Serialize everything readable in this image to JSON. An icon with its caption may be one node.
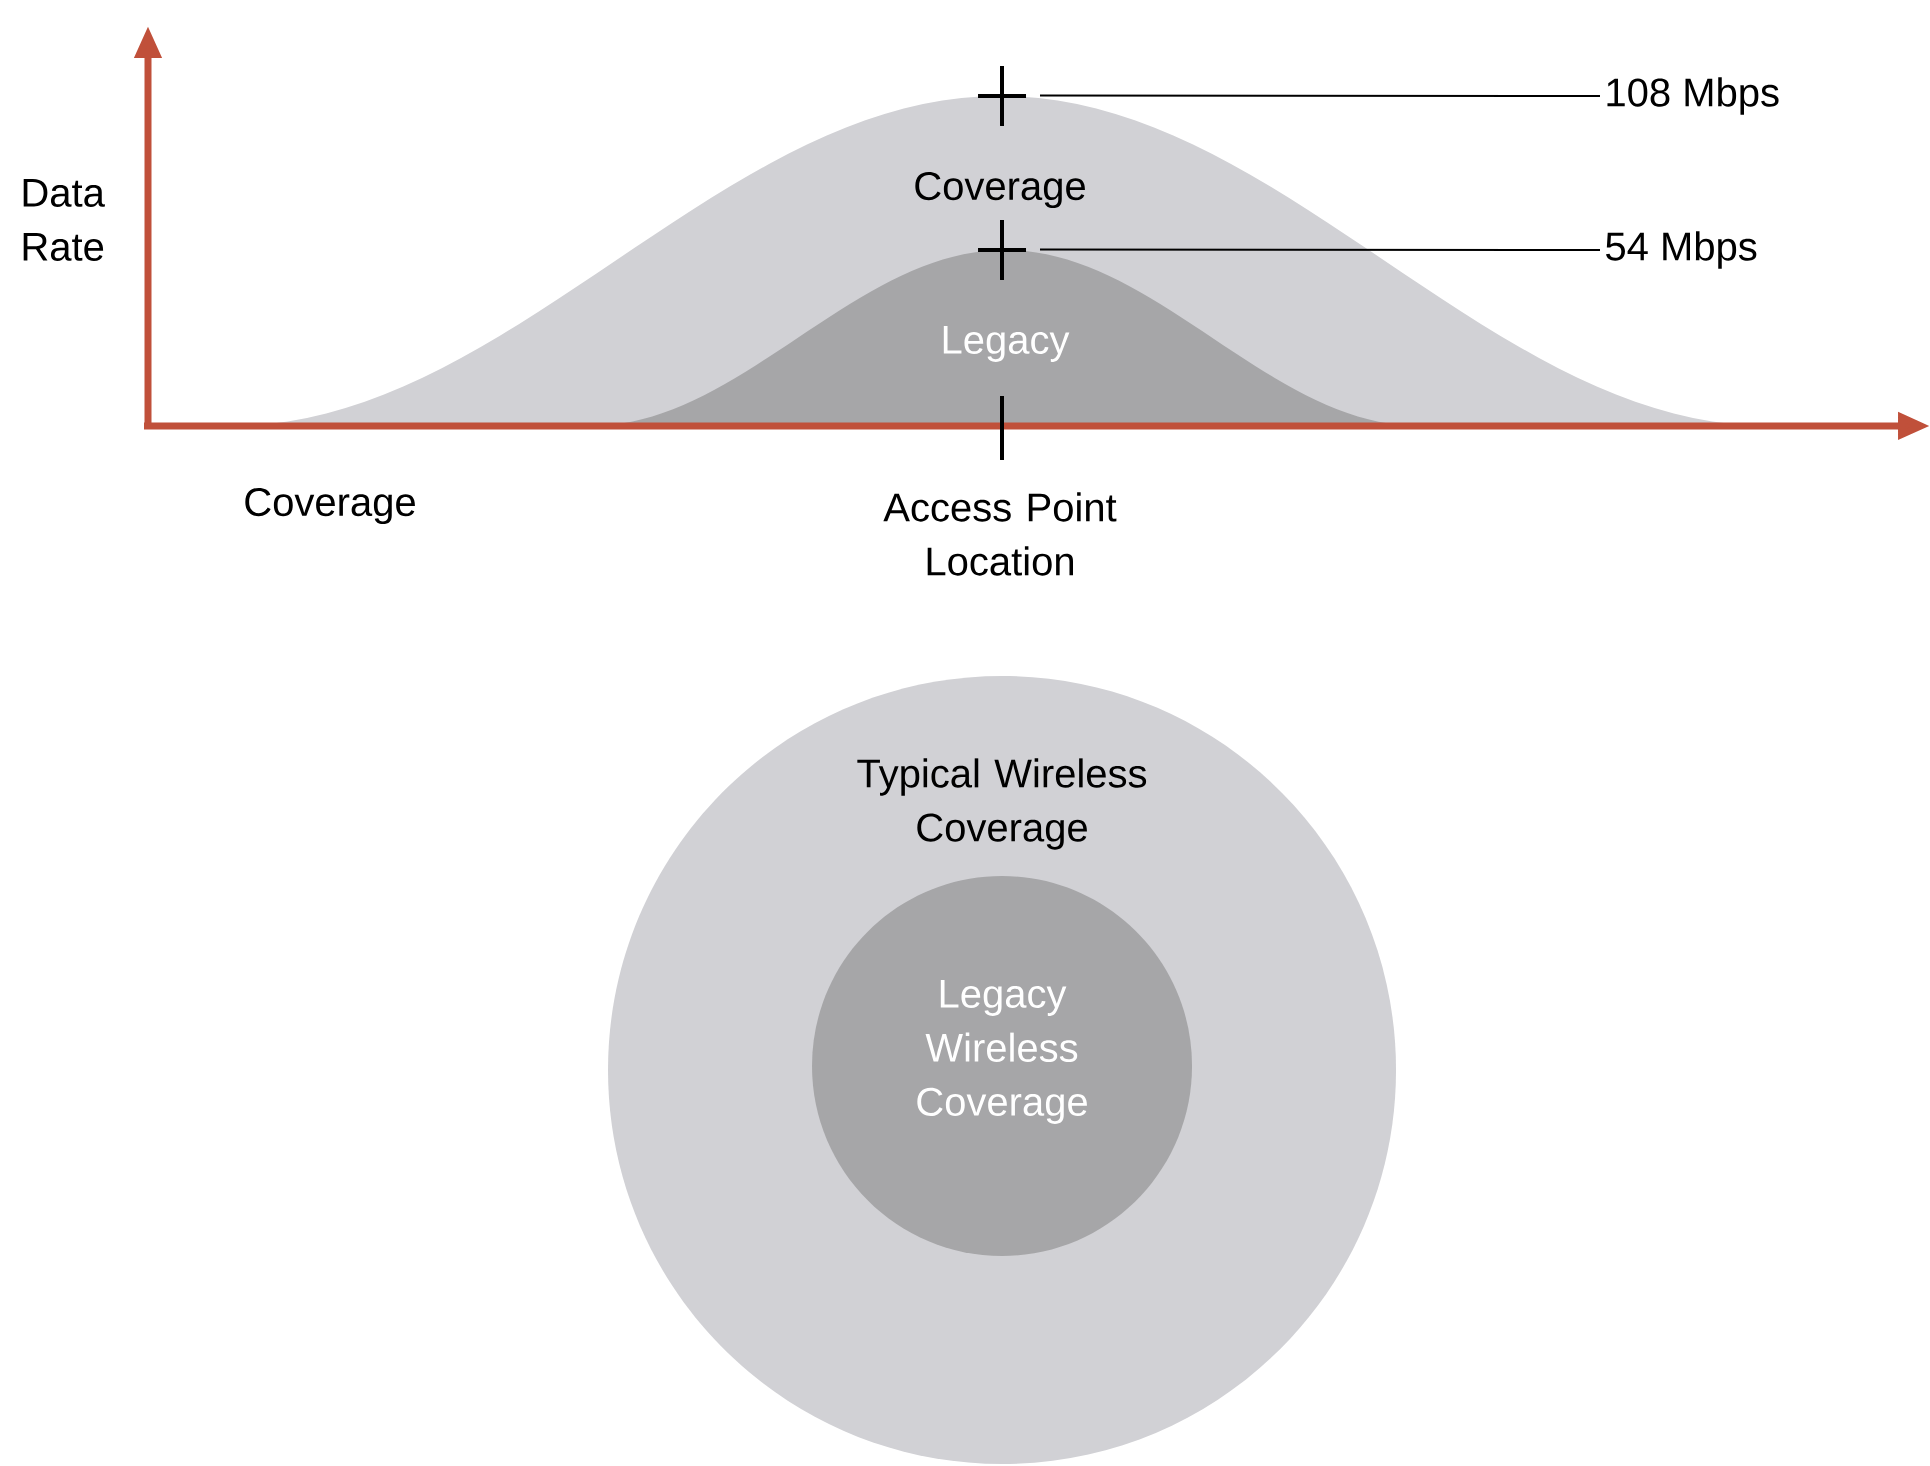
{
  "diagram": {
    "nodes": [
      {
        "text": [
          "Coverage"
        ]
      },
      {
        "text": [
          "Legacy"
        ],
        "in": 0
      },
      {
        "text": [
          "108 Mbps"
        ]
      },
      {
        "text": [
          "54 Mbps"
        ]
      },
      {
        "text": [
          "Typical Wireless Coverage"
        ]
      },
      {
        "text": [
          "Legacy Wireless Coverage"
        ],
        "in": 4
      }
    ],
    "edges": [
      {
        "from": 2,
        "to": 0,
        "arrow": "none"
      },
      {
        "from": 3,
        "to": 1,
        "arrow": "none"
      }
    ],
    "labels": [
      "Data Rate",
      "Coverage",
      "Access Point Location"
    ]
  }
}
